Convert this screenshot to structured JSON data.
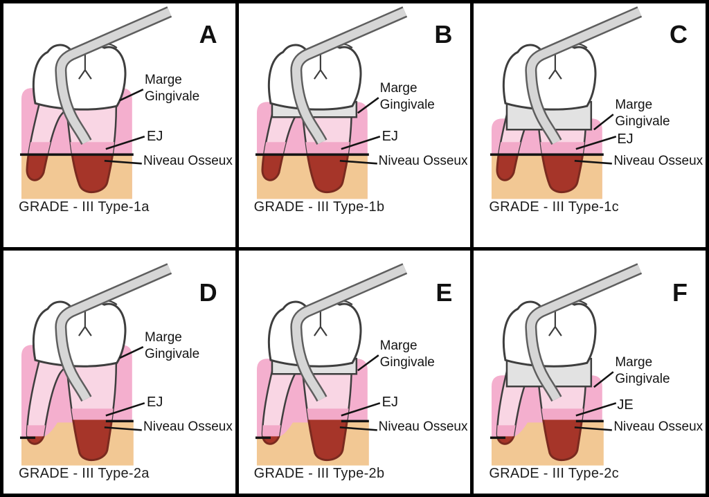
{
  "colors": {
    "gingiva": "#F4AFCE",
    "root": "#F9D6E4",
    "cervical": "#F2A9C8",
    "bone": "#F2C894",
    "root_tip": "#A63529",
    "root_tip_outline": "#7A2A1F",
    "crown": "#FFFFFF",
    "recession_band": "#E2E2E2",
    "probe_light": "#D6D6D6",
    "probe_edge": "#5E5E5E",
    "outline": "#3E3E3E",
    "ink": "#141414",
    "panel_background": "#FFFFFF",
    "grid_line": "#000000"
  },
  "panels": [
    {
      "letter": "A",
      "caption": "GRADE - III Type-1a",
      "recession": "none",
      "stepped": false,
      "labels": {
        "marge_line1": "Marge",
        "marge_line2": "Gingivale",
        "junction": "EJ",
        "bone_level": "Niveau Osseux"
      }
    },
    {
      "letter": "B",
      "caption": "GRADE - III Type-1b",
      "recession": "small",
      "stepped": false,
      "labels": {
        "marge_line1": "Marge",
        "marge_line2": "Gingivale",
        "junction": "EJ",
        "bone_level": "Niveau Osseux"
      }
    },
    {
      "letter": "C",
      "caption": "GRADE - III Type-1c",
      "recession": "large",
      "stepped": false,
      "labels": {
        "marge_line1": "Marge",
        "marge_line2": "Gingivale",
        "junction": "EJ",
        "bone_level": "Niveau Osseux"
      }
    },
    {
      "letter": "D",
      "caption": "GRADE - III Type-2a",
      "recession": "none",
      "stepped": true,
      "labels": {
        "marge_line1": "Marge",
        "marge_line2": "Gingivale",
        "junction": "EJ",
        "bone_level": "Niveau Osseux"
      }
    },
    {
      "letter": "E",
      "caption": "GRADE - III Type-2b",
      "recession": "small",
      "stepped": true,
      "labels": {
        "marge_line1": "Marge",
        "marge_line2": "Gingivale",
        "junction": "EJ",
        "bone_level": "Niveau Osseux"
      }
    },
    {
      "letter": "F",
      "caption": "GRADE - III Type-2c",
      "recession": "large",
      "stepped": true,
      "labels": {
        "marge_line1": "Marge",
        "marge_line2": "Gingivale",
        "junction": "JE",
        "bone_level": "Niveau Osseux"
      }
    }
  ]
}
